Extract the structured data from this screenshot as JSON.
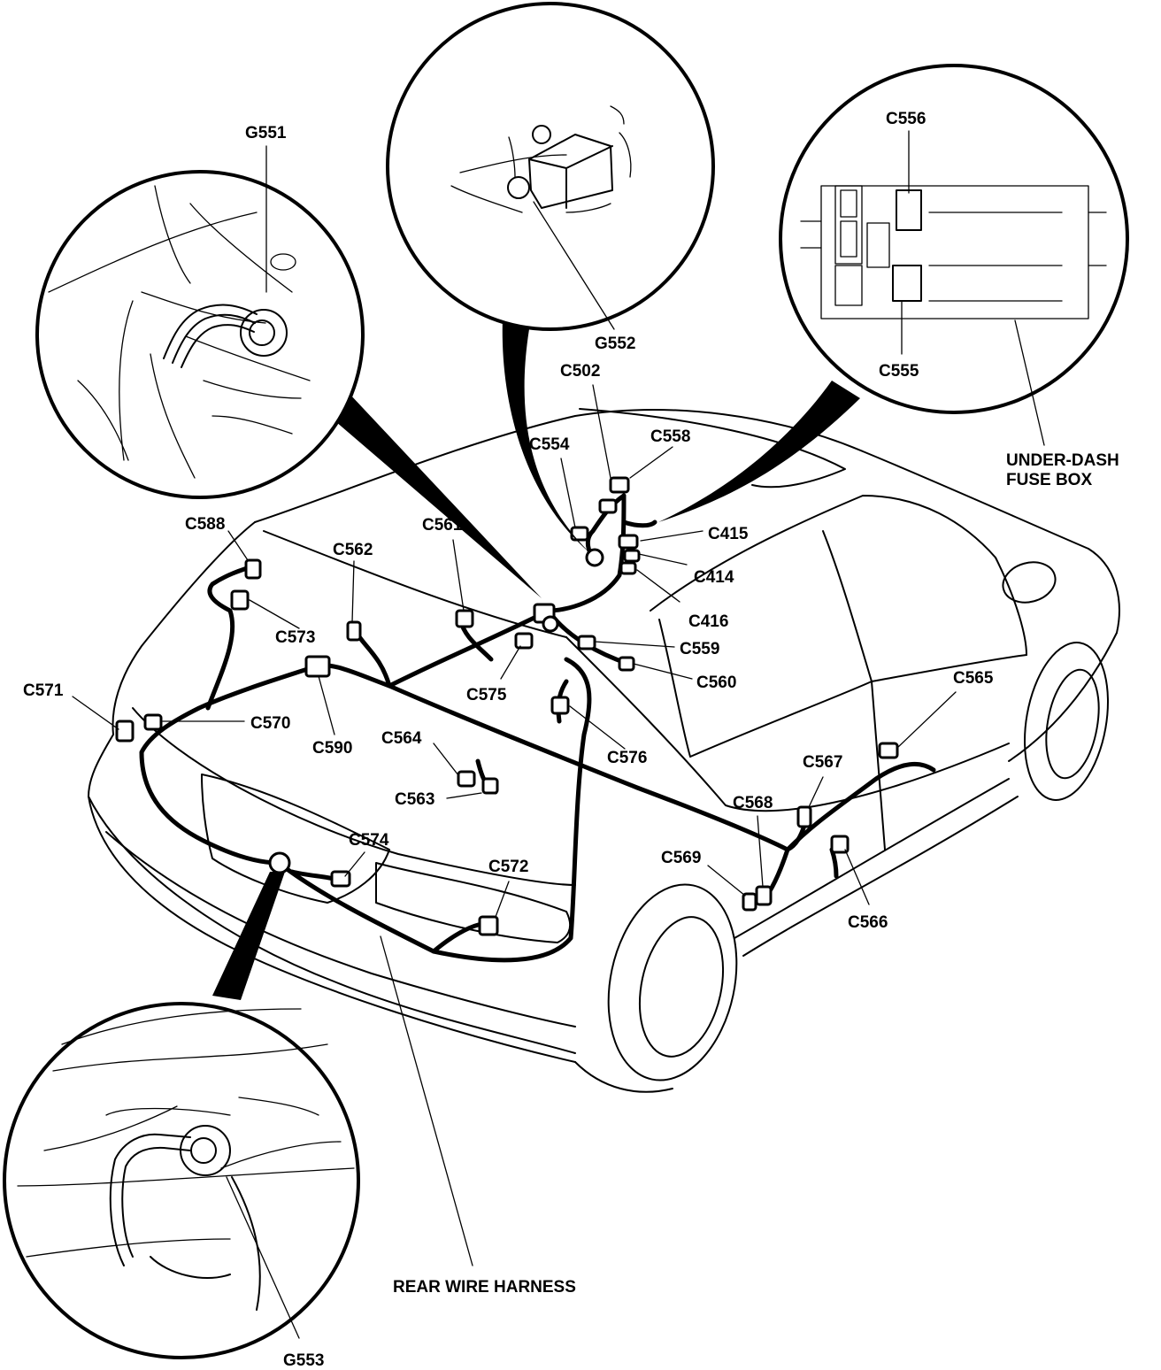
{
  "connectors": [
    "G551",
    "G552",
    "C502",
    "C556",
    "C555",
    "UNDER-DASH",
    "FUSE BOX",
    "C554",
    "C558",
    "C415",
    "C414",
    "C416",
    "C588",
    "C562",
    "C561",
    "C573",
    "C559",
    "C560",
    "C575",
    "C571",
    "C570",
    "C590",
    "C564",
    "C576",
    "C565",
    "C563",
    "C567",
    "C568",
    "C574",
    "C572",
    "C569",
    "C566",
    "REAR WIRE HARNESS",
    "G553"
  ]
}
